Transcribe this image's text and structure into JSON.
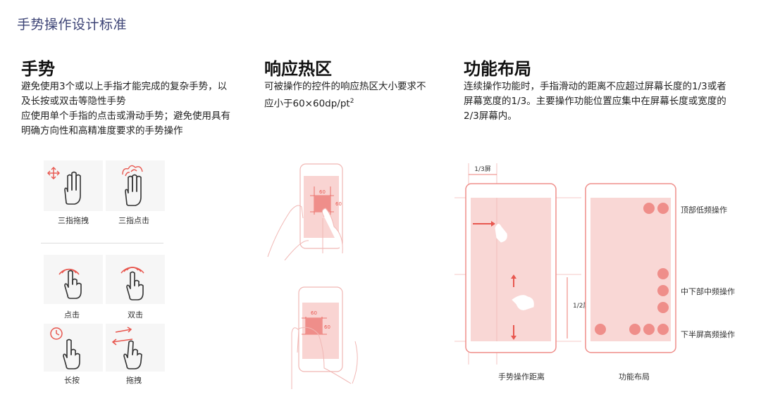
{
  "page_title": "手势操作设计标准",
  "columns": {
    "gesture": {
      "title": "手势",
      "desc": [
        "避免使用3个或以上手指才能完成的复杂手势，以",
        "及长按或双击等隐性手势",
        "应使用单个手指的点击或滑动手势；避免使用具有",
        "明确方向性和高精准度要求的手势操作"
      ],
      "items": [
        "三指拖拽",
        "三指点击",
        "点击",
        "双击",
        "长按",
        "拖拽"
      ]
    },
    "hotzone": {
      "title": "响应热区",
      "desc_line1": "可被操作的控件的响应热区大小要求不",
      "desc_line2_prefix": "应小于60×60dp/pt",
      "desc_sup": "2",
      "size_label": "60"
    },
    "layout": {
      "title": "功能布局",
      "desc": [
        "连续操作功能时，手指滑动的距离不应超过屏幕长度的1/3或者",
        "屏幕宽度的1/3。主要操作功能位置应集中在屏幕长度或宽度的",
        "2/3屏幕内。"
      ],
      "third_label": "1/3屏",
      "half_label": "1/2屏",
      "zones": [
        "顶部低频操作",
        "中下部中频操作",
        "下半屏高频操作"
      ],
      "captions": [
        "手势操作距离",
        "功能布局"
      ]
    }
  },
  "colors": {
    "accent": "#e8574f",
    "pink_fill": "#f7c9c7",
    "dot": "#ef8e8a",
    "title": "#3d4476"
  }
}
